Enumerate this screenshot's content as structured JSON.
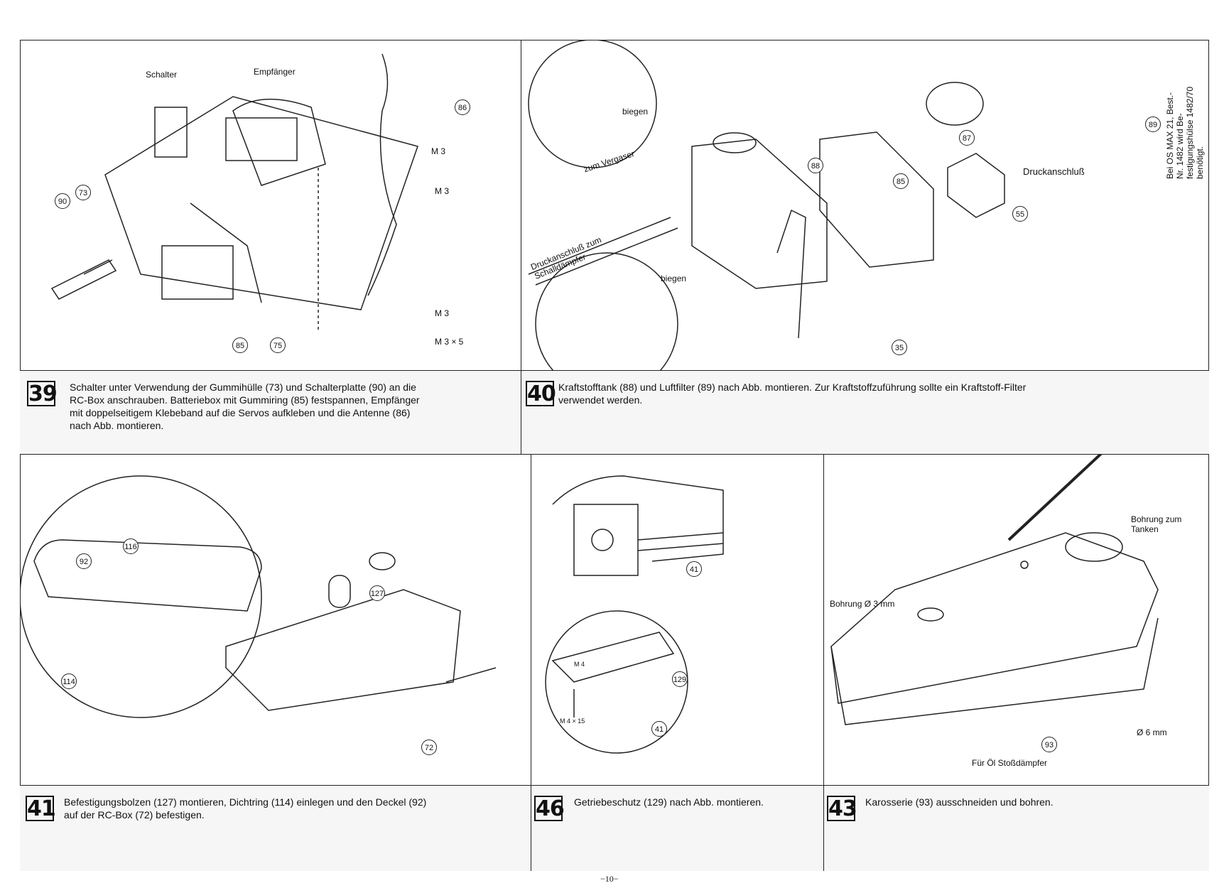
{
  "page_number": "−10−",
  "steps": [
    {
      "number": "39",
      "text": "Schalter unter Verwendung der Gummihülle (73) und Schalterplatte (90) an die\nRC-Box anschrauben. Batteriebox mit Gummiring (85) festspannen, Empfänger\nmit doppelseitigem Klebeband auf die Servos aufkleben und die Antenne (86)\nnach Abb. montieren.",
      "labels": {
        "schalter": "Schalter",
        "empfaenger": "Empfänger",
        "m3a": "M 3",
        "m3b": "M 3",
        "m3c": "M 3",
        "m3x5": "M 3 × 5"
      },
      "parts": [
        "86",
        "90",
        "73",
        "85",
        "75"
      ]
    },
    {
      "number": "40",
      "text": "Kraftstofftank (88) und Luftfilter (89) nach Abb. montieren. Zur Kraftstoffzuführung sollte ein Kraftstoff-Filter\nverwendet werden.",
      "labels": {
        "biegen1": "biegen",
        "biegen2": "biegen",
        "vergaser": "zum Vergaser",
        "druck": "Druckanschluß zum\nSchalldämpfer",
        "druckanschluss": "Druckanschluß",
        "note": "Bei OS MAX 21, Best.-\nNr. 1482 wird Be-\nfestigungshülse 1482/70\nbenötigt."
      },
      "parts": [
        "88",
        "87",
        "85",
        "55",
        "89",
        "35"
      ]
    },
    {
      "number": "41",
      "text": "Befestigungsbolzen (127) montieren, Dichtring (114) einlegen und den Deckel (92)\nauf der RC-Box (72) befestigen.",
      "parts": [
        "116",
        "92",
        "127",
        "114",
        "72"
      ]
    },
    {
      "number": "46",
      "text": "Getriebeschutz (129) nach Abb. montieren.",
      "labels": {
        "m4": "M 4",
        "m4x15": "M 4 × 15"
      },
      "parts": [
        "41",
        "129",
        "41"
      ]
    },
    {
      "number": "43",
      "text": "Karosserie (93) ausschneiden und bohren.",
      "labels": {
        "bohrung_tanken": "Bohrung zum\nTanken",
        "bohrung3": "Bohrung Ø 3 mm",
        "d6": "Ø 6 mm",
        "oel": "Für Öl Stoßdämpfer"
      },
      "parts": [
        "93"
      ]
    }
  ]
}
